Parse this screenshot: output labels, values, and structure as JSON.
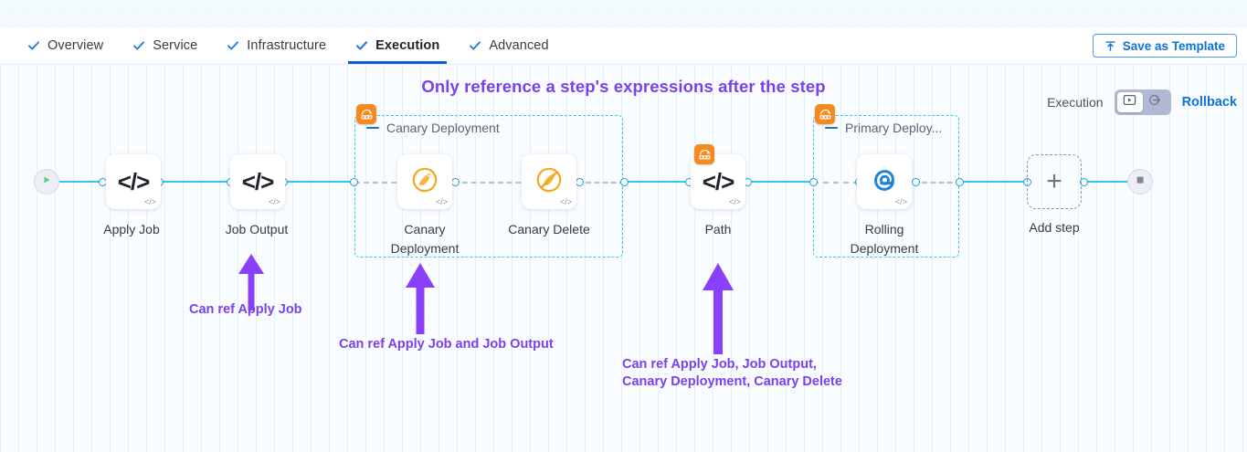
{
  "tabs": [
    {
      "label": "Overview",
      "icon": "check-icon",
      "active": false
    },
    {
      "label": "Service",
      "icon": "check-icon",
      "active": false
    },
    {
      "label": "Infrastructure",
      "icon": "check-icon",
      "active": false
    },
    {
      "label": "Execution",
      "icon": "check-icon",
      "active": true
    },
    {
      "label": "Advanced",
      "icon": "check-icon",
      "active": false
    }
  ],
  "toolbar": {
    "save_template_label": "Save as Template",
    "save_template_icon": "upload-icon"
  },
  "banner": {
    "title": "Only reference a step's expressions after the step",
    "color": "#7b3ff2"
  },
  "execution_control": {
    "label": "Execution",
    "execution_icon": "execution-play-box-icon",
    "rollback_icon": "rollback-arrow-icon",
    "selected": "execution",
    "rollback_label": "Rollback",
    "rollback_color": "#0b72d9"
  },
  "pipeline": {
    "start_node": {
      "name": "start-node",
      "icon": "play-icon"
    },
    "end_node": {
      "name": "end-node",
      "icon": "stop-square-icon"
    },
    "add_step": {
      "label": "Add step",
      "icon": "plus-icon"
    },
    "nodes": [
      {
        "label": "Apply Job",
        "icon": "code-icon",
        "badge_icon": "code-corner-icon"
      },
      {
        "label": "Job Output",
        "icon": "code-icon",
        "badge_icon": "code-corner-icon"
      },
      {
        "label": "Canary\nDeployment",
        "icon": "canary-bird-icon",
        "badge_icon": "code-corner-icon"
      },
      {
        "label": "Canary Delete",
        "icon": "canary-bird-delete-icon",
        "badge_icon": "code-corner-icon"
      },
      {
        "label": "Path",
        "icon": "code-icon",
        "badge_icon": "code-corner-icon",
        "group_badge_icon": "step-group-icon"
      },
      {
        "label": "Rolling Deployment",
        "icon": "rolling-deployment-icon",
        "badge_icon": "code-corner-icon"
      }
    ],
    "groups": [
      {
        "title": "Canary Deployment",
        "badge_icon": "step-group-icon",
        "collapse_icon": "collapse-dash-icon"
      },
      {
        "title": "Primary Deploy...",
        "badge_icon": "step-group-icon",
        "collapse_icon": "collapse-dash-icon"
      }
    ]
  },
  "annotations": [
    {
      "text": "Can ref Apply Job"
    },
    {
      "text": "Can ref Apply Job and Job Output"
    },
    {
      "text": "Can ref Apply Job, Job Output,\nCanary Deployment, Canary Delete"
    }
  ],
  "node_labels": {
    "apply_job": "Apply Job",
    "job_output": "Job Output",
    "canary_deployment_l1": "Canary",
    "canary_deployment_l2": "Deployment",
    "canary_delete": "Canary Delete",
    "path": "Path",
    "rolling_l1": "Rolling",
    "rolling_l2": "Deployment",
    "add_step": "Add step"
  }
}
